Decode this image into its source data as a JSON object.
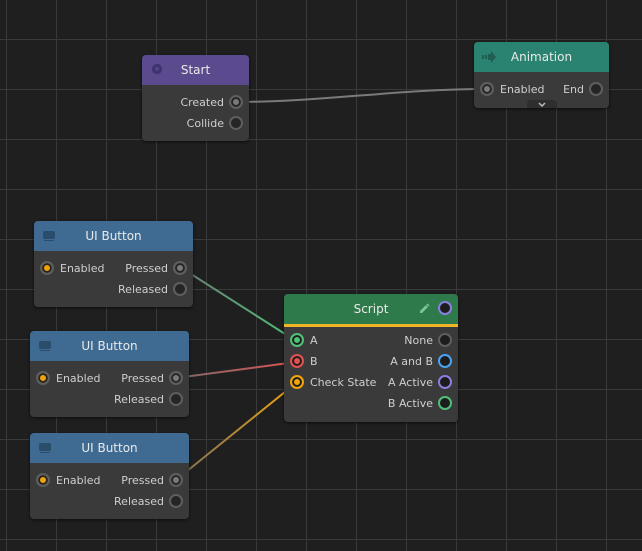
{
  "canvas": {
    "background": "#1f1f1f",
    "grid_color": "#3a3a3a",
    "grid_spacing": 50
  },
  "nodes": {
    "start": {
      "title": "Start",
      "header_color": "#5b4a8e",
      "icon": "play-circle-icon",
      "outputs": [
        "Created",
        "Collide"
      ]
    },
    "animation": {
      "title": "Animation",
      "header_color": "#2a8270",
      "icon": "arrow-right-icon",
      "inputs": [
        "Enabled"
      ],
      "outputs": [
        "End"
      ],
      "expand_icon": "chevron-down-icon"
    },
    "ui_button_1": {
      "title": "UI Button",
      "header_color": "#3f6b93",
      "icon": "monitor-icon",
      "inputs": [
        "Enabled"
      ],
      "outputs": [
        "Pressed",
        "Released"
      ]
    },
    "ui_button_2": {
      "title": "UI Button",
      "header_color": "#3f6b93",
      "icon": "monitor-icon",
      "inputs": [
        "Enabled"
      ],
      "outputs": [
        "Pressed",
        "Released"
      ]
    },
    "ui_button_3": {
      "title": "UI Button",
      "header_color": "#3f6b93",
      "icon": "monitor-icon",
      "inputs": [
        "Enabled"
      ],
      "outputs": [
        "Pressed",
        "Released"
      ]
    },
    "script": {
      "title": "Script",
      "header_color": "#2f7a4a",
      "accent_line": "#f0b429",
      "edit_icon": "pencil-icon",
      "inputs": [
        "A",
        "B",
        "Check State"
      ],
      "outputs": [
        "None",
        "A and B",
        "A Active",
        "B Active"
      ]
    }
  },
  "port_colors": {
    "default": "#5e5e5e",
    "orange": "#f0a30a",
    "green": "#4fbf78",
    "red": "#e05252",
    "blue": "#4aa3f0",
    "purple": "#8a7fe0"
  },
  "connections": [
    {
      "from": "Start.Created",
      "to": "Animation.Enabled"
    },
    {
      "from": "UI Button 1.Pressed",
      "to": "Script.A"
    },
    {
      "from": "UI Button 2.Pressed",
      "to": "Script.B"
    },
    {
      "from": "UI Button 3.Pressed",
      "to": "Script.Check State"
    }
  ]
}
